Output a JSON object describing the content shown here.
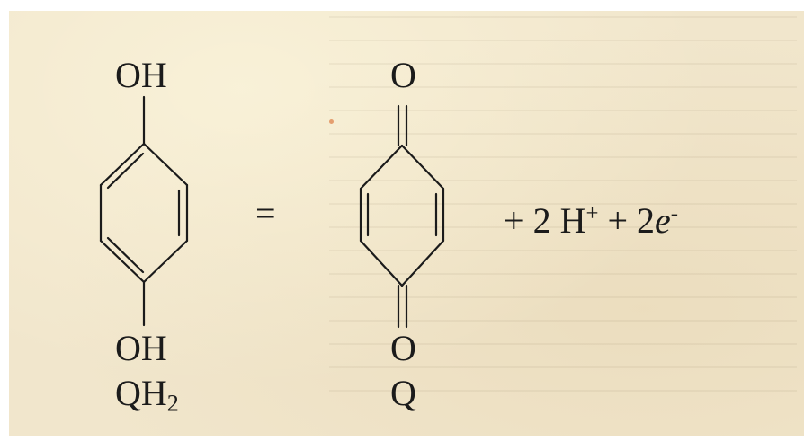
{
  "reaction": {
    "hydroquinone": {
      "top_group": "OH",
      "bottom_group": "OH",
      "name_prefix": "QH",
      "name_subscript": "2"
    },
    "equals_sign": "=",
    "quinone": {
      "top_group": "O",
      "bottom_group": "O",
      "name": "Q"
    },
    "products": {
      "plus_1": "+",
      "proton_coefficient": "2",
      "proton_symbol": "H",
      "proton_charge": "+",
      "plus_2": "+",
      "electron_coefficient": "2",
      "electron_symbol": "e",
      "electron_charge": "-"
    }
  }
}
